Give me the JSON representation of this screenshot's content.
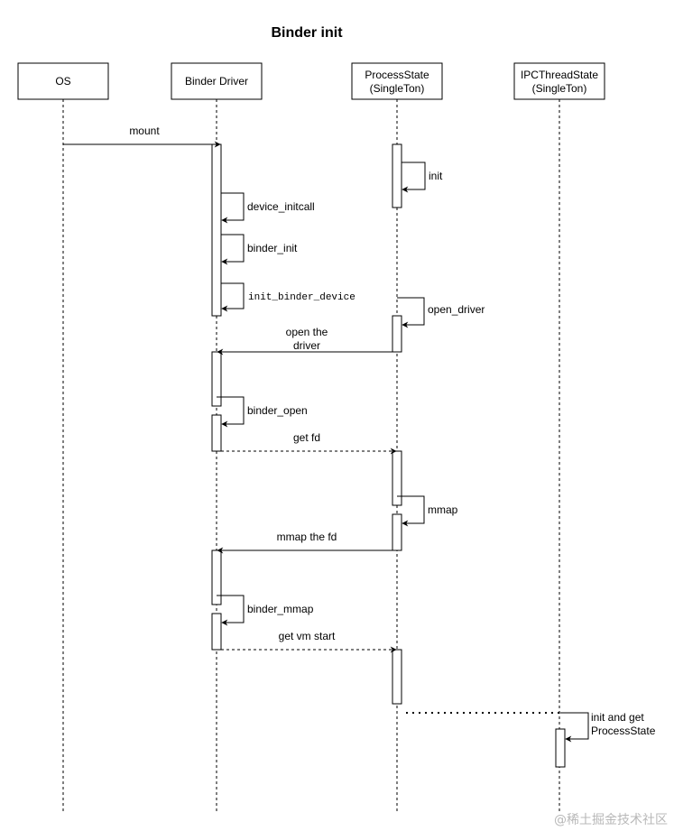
{
  "title": "Binder init",
  "participants": [
    {
      "id": "os",
      "label": "OS"
    },
    {
      "id": "driver",
      "label": "Binder Driver"
    },
    {
      "id": "ps",
      "label": "ProcessState\n(SingleTon)"
    },
    {
      "id": "ipc",
      "label": "IPCThreadState\n(SingleTon)"
    }
  ],
  "messages": [
    {
      "id": "mount",
      "label": "mount"
    },
    {
      "id": "init",
      "label": "init"
    },
    {
      "id": "device_initcall",
      "label": "device_initcall"
    },
    {
      "id": "binder_init",
      "label": "binder_init"
    },
    {
      "id": "init_binder_device",
      "label": "init_binder_device"
    },
    {
      "id": "open_driver",
      "label": "open_driver"
    },
    {
      "id": "open_the_driver",
      "label": "open the\ndriver"
    },
    {
      "id": "binder_open",
      "label": "binder_open"
    },
    {
      "id": "get_fd",
      "label": "get fd"
    },
    {
      "id": "mmap",
      "label": "mmap"
    },
    {
      "id": "mmap_the_fd",
      "label": "mmap the fd"
    },
    {
      "id": "binder_mmap",
      "label": "binder_mmap"
    },
    {
      "id": "get_vm_start",
      "label": "get vm start"
    },
    {
      "id": "init_and_get",
      "label": "init and get\nProcessState"
    }
  ],
  "watermark": "@稀土掘金技术社区"
}
